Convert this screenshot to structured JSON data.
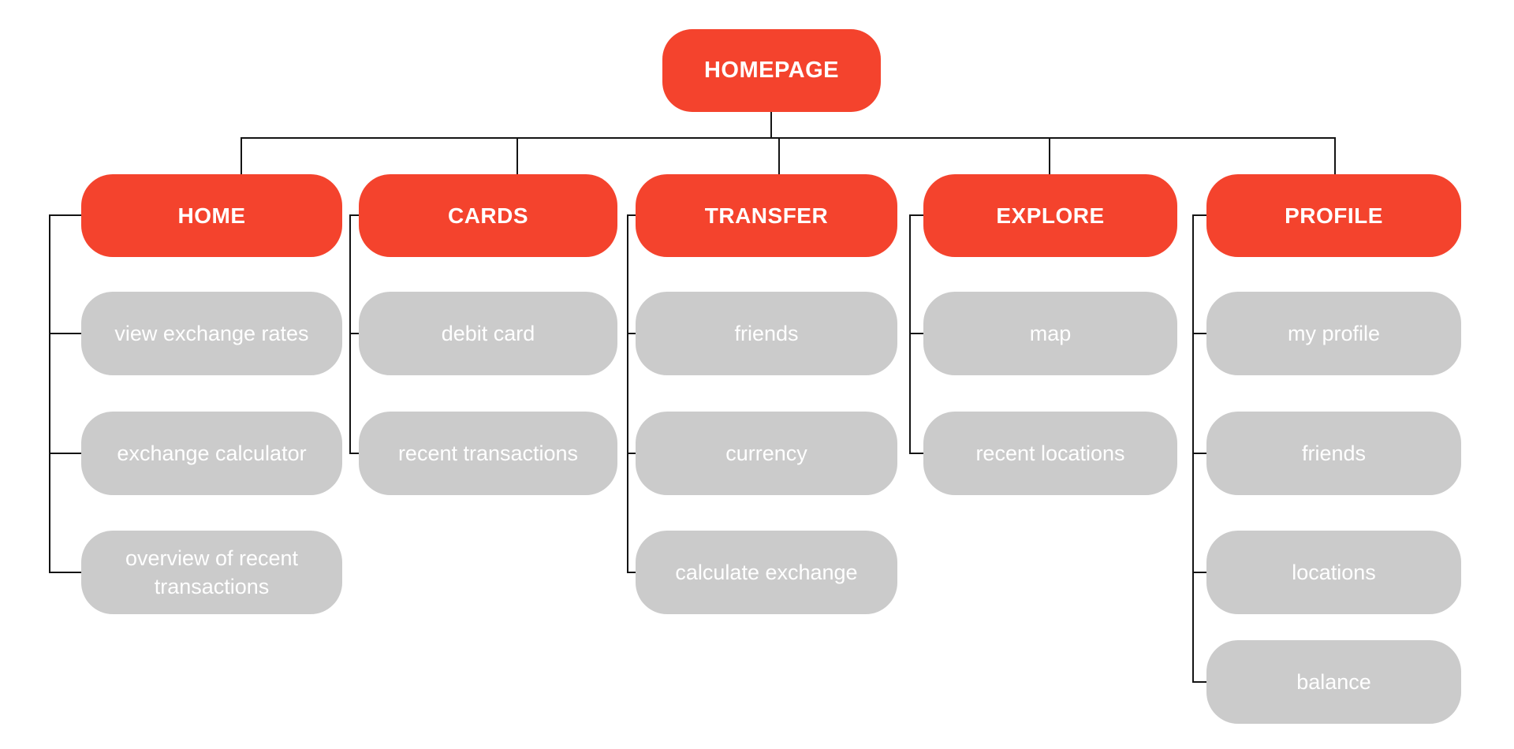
{
  "diagram": {
    "background": "#ffffff",
    "colors": {
      "primary": "#f4432d",
      "secondary": "#cbcbcb",
      "node_text": "#ffffff",
      "line": "#141414"
    },
    "root": {
      "label": "HOMEPAGE"
    },
    "columns": [
      {
        "label": "HOME",
        "children": [
          "view exchange rates",
          "exchange calculator",
          "overview of recent transactions"
        ]
      },
      {
        "label": "CARDS",
        "children": [
          "debit card",
          "recent transactions"
        ]
      },
      {
        "label": "TRANSFER",
        "children": [
          "friends",
          "currency",
          "calculate exchange"
        ]
      },
      {
        "label": "EXPLORE",
        "children": [
          "map",
          "recent locations"
        ]
      },
      {
        "label": "PROFILE",
        "children": [
          "my profile",
          "friends",
          "locations",
          "balance"
        ]
      }
    ]
  }
}
